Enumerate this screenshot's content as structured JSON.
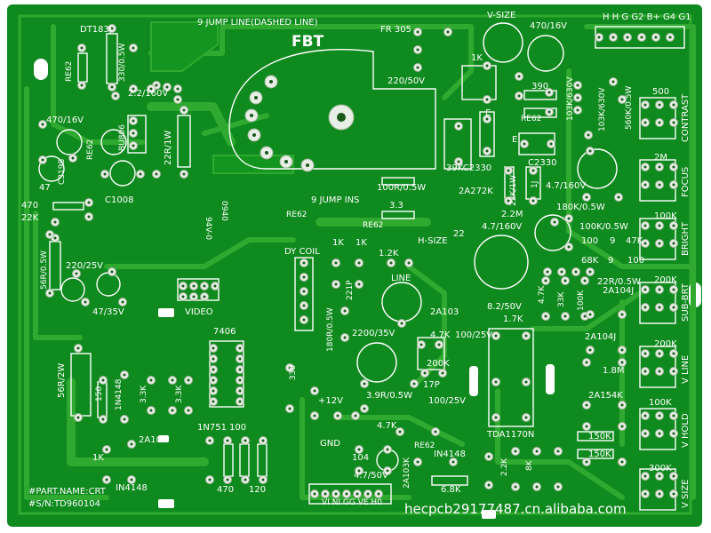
{
  "colors": {
    "board": "#0f8a1e",
    "trace": "#2fa92f",
    "silk": "#ffffff",
    "pad": "#e8efe6",
    "background": "#ffffff"
  },
  "labels": {
    "dt183j": "DT183J",
    "jump_line": "9  JUMP LINE(DASHED LINE)",
    "fr305": "FR 305",
    "fbt": "FBT",
    "vsize": "V-SIZE",
    "c470_16v_top": "470/16V",
    "header_top": "H  H  G  G2 B+ G4 G1",
    "re62_a": "RE62",
    "r330_05w": "330/0.5W",
    "c22_160v": "2.2/160V",
    "c220_50v": "220/50V",
    "r1k_top": "1K",
    "r390": "390",
    "re62_b": "RE62",
    "c103k_630v_a": "103K/630V",
    "c103k_630v_b": "103K/630V",
    "r560k": "560K/0.5W",
    "r500": "500",
    "contrast": "CONTRAST",
    "c470_16v_left": "470/16V",
    "bu806": "BU806",
    "re62_c": "RE62",
    "c3198": "C3198",
    "r47": "47",
    "c1008": "C1008",
    "r22r_1w": "22R/1W",
    "r470": "470",
    "r22k": "22K",
    "e1": "E",
    "e2": "E",
    "c2330_a": "C2330",
    "c2330_b": "39KC2330",
    "r100r": "100R/0.5W",
    "jump_ins": "9 JUMP INS",
    "r33": "3.3",
    "re62_d": "RE62",
    "re62_e": "RE62",
    "ul_mark": "94V-0",
    "code_0940": "0940",
    "a272k": "2A272K",
    "r22k_1w": "22K/1W",
    "r13": "1J",
    "c47_160v": "4.7/160V",
    "r2m": "2M",
    "focus": "FOCUS",
    "r180k": "180K/0.5W",
    "r22m": "2.2M",
    "c47_160v_b": "4.7/160V",
    "r100k_05w": "100K/0.5W",
    "r100": "100",
    "r9": "9",
    "r47k": "47K",
    "r100k_b": "100K",
    "bright": "BRIGHT",
    "r56r": "56R/0.5W",
    "c220_25v": "220/25V",
    "c47_35v": "47/35V",
    "dy_coil": "DY COIL",
    "r1k_a": "1K",
    "r1k_b": "1K",
    "r12k": "1.2K",
    "hsize": "H-SIZE",
    "r22": "22",
    "r68k": "68K",
    "r9b": "9",
    "r22r_05w": "22R/0.5W",
    "a104j": "2A104J",
    "r200k": "200K",
    "subbrt": "SUB-BRT",
    "r221p": "221P",
    "line": "LINE",
    "video": "VIDEO",
    "r47k_b": "4.7K",
    "r33k": "33K",
    "r100k_c": "100K",
    "c82_50v": "8.2/50V",
    "r17k": "1.7K",
    "ic7406": "7406",
    "r180r": "180R/0.5W",
    "c2200_35v": "2200/35V",
    "a103": "2A103",
    "r47k_c": "4.7K",
    "c100_25v": "100/25V",
    "r200k_b": "200K",
    "a104j_b": "2A104J",
    "r18m": "1.8M",
    "r200k_c": "200K",
    "vline": "V LINE",
    "r56r_2w": "56R/2W",
    "r150": "150",
    "n4148": "1N4148",
    "r33k_a": "3.3K",
    "r33k_b": "3.3K",
    "r330": "330",
    "c17p": "17P",
    "v12": "+12V",
    "r39r": "3.9R/0.5W",
    "c100_25v_b": "100/25V",
    "a154k": "2A154K",
    "r100k_d": "100K",
    "vhold": "V HOLD",
    "r47k_d": "4.7K",
    "r150k_a": "150K",
    "r150k_b": "150K",
    "gnd": "GND",
    "n751": "1N751",
    "r100_b": "100",
    "a103_b": "2A103",
    "r1k_c": "1K",
    "re62_f": "RE62",
    "tda": "TDA1170N",
    "r300k": "300K",
    "vsize_r": "V SIZE",
    "c104": "104",
    "a103k": "2A103K",
    "n4148_b": "IN4148",
    "r22k_b": "2.2K",
    "r8k": "8K",
    "r68k_b": "6.8K",
    "n4148_c": "IN4148",
    "r470_b": "470",
    "r120": "120",
    "c47_50v": "4.7/50V",
    "connector": "VI NI GG VE H0",
    "partname": "#PART.NAME:CRT",
    "serial": "#S/N:TD960104",
    "watermark": "hecpcb29177487.cn.alibaba.com"
  }
}
